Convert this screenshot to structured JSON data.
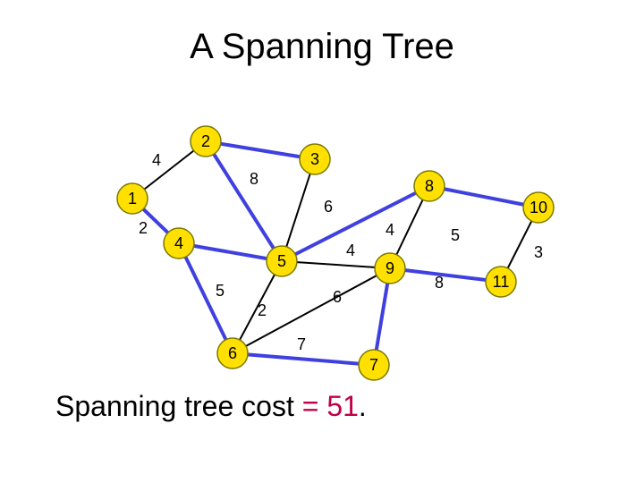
{
  "title": "A Spanning Tree",
  "colors": {
    "tree_edge": "#4040e0",
    "other_edge": "#000000",
    "node_fill": "#ffe000",
    "node_stroke": "#7a7a00",
    "highlight": "#c0004a"
  },
  "nodes": [
    {
      "id": "a",
      "label": "2"
    },
    {
      "id": "b",
      "label": "3"
    },
    {
      "id": "c",
      "label": "8"
    },
    {
      "id": "d",
      "label": "1"
    },
    {
      "id": "e",
      "label": "10"
    },
    {
      "id": "f",
      "label": "4"
    },
    {
      "id": "g",
      "label": "5"
    },
    {
      "id": "h",
      "label": "9"
    },
    {
      "id": "i",
      "label": "11"
    },
    {
      "id": "j",
      "label": "6"
    },
    {
      "id": "k",
      "label": "7"
    }
  ],
  "edges": [
    {
      "from": "a",
      "to": "d",
      "weight": "4",
      "in_tree": false
    },
    {
      "from": "a",
      "to": "b",
      "weight": "",
      "in_tree": true
    },
    {
      "from": "a",
      "to": "g",
      "weight": "8",
      "in_tree": true
    },
    {
      "from": "b",
      "to": "g",
      "weight": "6",
      "in_tree": false
    },
    {
      "from": "d",
      "to": "f",
      "weight": "2",
      "in_tree": true
    },
    {
      "from": "f",
      "to": "g",
      "weight": "",
      "in_tree": true
    },
    {
      "from": "f",
      "to": "j",
      "weight": "5",
      "in_tree": true
    },
    {
      "from": "g",
      "to": "c",
      "weight": "4",
      "in_tree": true
    },
    {
      "from": "g",
      "to": "h",
      "weight": "4",
      "in_tree": false
    },
    {
      "from": "c",
      "to": "e",
      "weight": "",
      "in_tree": true
    },
    {
      "from": "c",
      "to": "h",
      "weight": "5",
      "in_tree": false
    },
    {
      "from": "g",
      "to": "j",
      "weight": "2",
      "in_tree": false
    },
    {
      "from": "j",
      "to": "k",
      "weight": "7",
      "in_tree": true
    },
    {
      "from": "h",
      "to": "j",
      "weight": "6",
      "in_tree": false
    },
    {
      "from": "h",
      "to": "k",
      "weight": "",
      "in_tree": true
    },
    {
      "from": "h",
      "to": "i",
      "weight": "8",
      "in_tree": true
    },
    {
      "from": "e",
      "to": "i",
      "weight": "3",
      "in_tree": false
    }
  ],
  "caption": {
    "text": "Spanning tree cost ",
    "equals": "= 51",
    "period": "."
  }
}
